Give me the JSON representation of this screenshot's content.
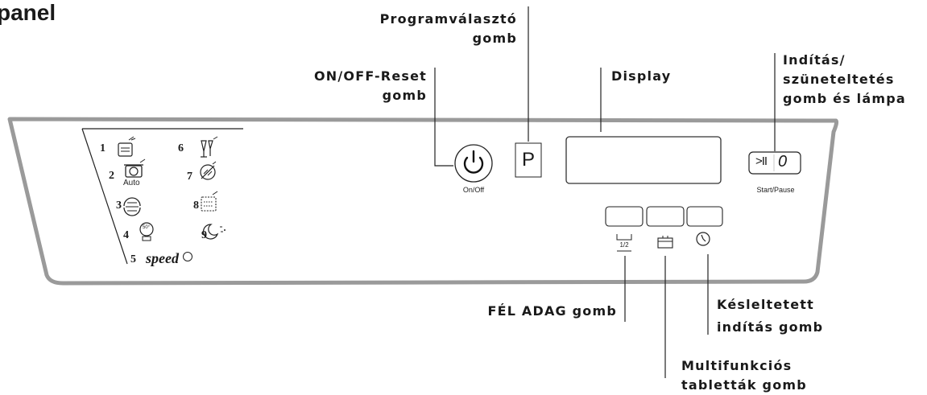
{
  "title": "panel",
  "callouts": {
    "program_selector": [
      "Programválasztó",
      "gomb"
    ],
    "on_off": [
      "ON/OFF-Reset",
      "gomb"
    ],
    "display": "Display",
    "start_pause": [
      "Indítás/",
      "szüneteltetés",
      "gomb és lámpa"
    ],
    "half_load": "FÉL ADAG gomb",
    "delay": [
      "Késleltetett",
      "indítás  gomb"
    ],
    "tablets": [
      "Multifunkciós",
      "tabletták gomb"
    ]
  },
  "panel": {
    "program_key": "P",
    "on_off_caption": "On/Off",
    "start_pause_caption": "Start/Pause",
    "start_key_text": ">II",
    "start_lamp_text": "0",
    "half_icon_text": "1/2",
    "programs": [
      {
        "num": "1",
        "icon": "pot-icon"
      },
      {
        "num": "2",
        "icon": "pot-auto-icon",
        "sub": "Auto"
      },
      {
        "num": "3",
        "icon": "eco-icon"
      },
      {
        "num": "4",
        "icon": "fifty-degree-icon",
        "sub": "50°"
      },
      {
        "num": "5",
        "icon": "speed-icon",
        "label": "speed"
      },
      {
        "num": "6",
        "icon": "glass-icon"
      },
      {
        "num": "7",
        "icon": "rinse-icon"
      },
      {
        "num": "8",
        "icon": "soak-icon"
      },
      {
        "num": "9",
        "icon": "night-icon"
      }
    ]
  }
}
